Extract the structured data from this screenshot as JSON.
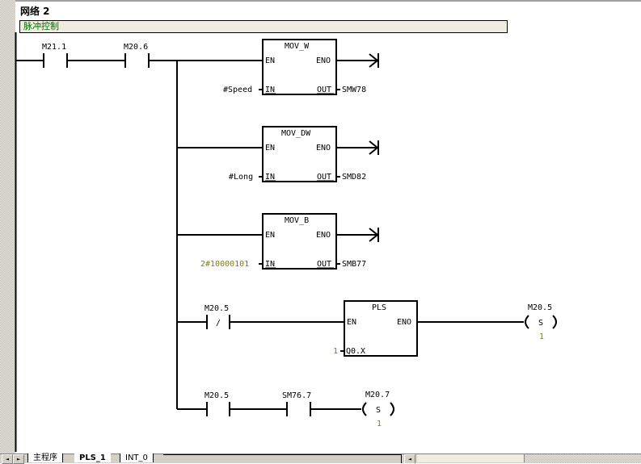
{
  "network": {
    "title": "网络 2",
    "comment": "脉冲控制"
  },
  "rung": {
    "contacts_main": [
      {
        "address": "M21.1",
        "type": "normally-open"
      },
      {
        "address": "M20.6",
        "type": "normally-open"
      }
    ],
    "boxes": [
      {
        "name": "MOV_W",
        "en": "EN",
        "eno": "ENO",
        "in_pin": "IN",
        "out_pin": "OUT",
        "in_value": "#Speed",
        "out_value": "SMW78",
        "in_constant": false
      },
      {
        "name": "MOV_DW",
        "en": "EN",
        "eno": "ENO",
        "in_pin": "IN",
        "out_pin": "OUT",
        "in_value": "#Long",
        "out_value": "SMD82",
        "in_constant": false
      },
      {
        "name": "MOV_B",
        "en": "EN",
        "eno": "ENO",
        "in_pin": "IN",
        "out_pin": "OUT",
        "in_value": "2#10000101",
        "out_value": "SMB77",
        "in_constant": true
      }
    ],
    "pls_branch": {
      "contact": {
        "address": "M20.5",
        "type": "normally-closed",
        "symbol": "/"
      },
      "box": {
        "name": "PLS",
        "en": "EN",
        "eno": "ENO",
        "q_pin": "Q0.X",
        "q_value": "1"
      },
      "coil": {
        "address": "M20.5",
        "type": "S",
        "count": "1"
      }
    },
    "last_branch": {
      "contacts": [
        {
          "address": "M20.5",
          "type": "normally-open"
        },
        {
          "address": "SM76.7",
          "type": "normally-open"
        }
      ],
      "coil": {
        "address": "M20.7",
        "type": "S",
        "count": "1"
      }
    }
  },
  "bottom_tabs": {
    "nav_prev_icon": "◄",
    "nav_next_icon": "►",
    "tabs": [
      {
        "label": "主程序",
        "active": false
      },
      {
        "label": "PLS_1",
        "active": true
      },
      {
        "label": "INT_0",
        "active": false
      }
    ],
    "scroll_left_icon": "◄"
  },
  "colors": {
    "comment_text": "#007000",
    "constant_text": "#808000",
    "comment_bg": "#efede0"
  }
}
